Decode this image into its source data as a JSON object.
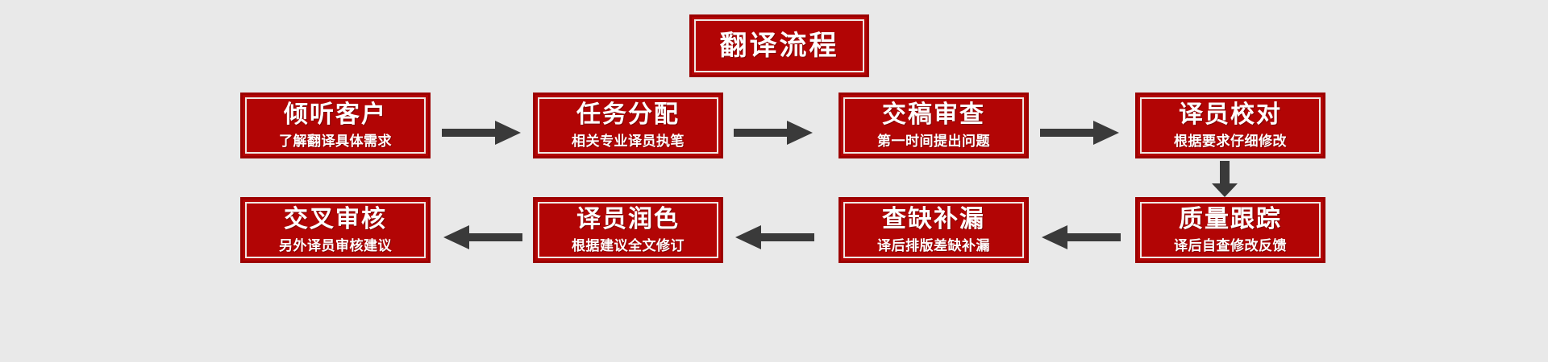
{
  "diagram": {
    "title_box": {
      "label": "翻译流程"
    },
    "colors": {
      "background": "#e9e9e9",
      "box_fill": "#b20505",
      "box_border": "#9c0000",
      "box_inner_border": "#f0e6e2",
      "text": "#ffffff",
      "arrow": "#3a3a3a"
    },
    "row1": [
      {
        "title": "倾听客户",
        "subtitle": "了解翻译具体需求"
      },
      {
        "title": "任务分配",
        "subtitle": "相关专业译员执笔"
      },
      {
        "title": "交稿审查",
        "subtitle": "第一时间提出问题"
      },
      {
        "title": "译员校对",
        "subtitle": "根据要求仔细修改"
      }
    ],
    "row2": [
      {
        "title": "质量跟踪",
        "subtitle": "译后自查修改反馈"
      },
      {
        "title": "查缺补漏",
        "subtitle": "译后排版差缺补漏"
      },
      {
        "title": "译员润色",
        "subtitle": "根据建议全文修订"
      },
      {
        "title": "交叉审核",
        "subtitle": "另外译员审核建议"
      }
    ],
    "arrows": [
      {
        "name": "arrow-right-listen-to-assign",
        "direction": "right"
      },
      {
        "name": "arrow-right-assign-to-review",
        "direction": "right"
      },
      {
        "name": "arrow-right-review-to-proofread",
        "direction": "right"
      },
      {
        "name": "arrow-down-proofread-to-quality",
        "direction": "down"
      },
      {
        "name": "arrow-left-quality-to-gapfill",
        "direction": "left"
      },
      {
        "name": "arrow-left-gapfill-to-polish",
        "direction": "left"
      },
      {
        "name": "arrow-left-polish-to-crossreview",
        "direction": "left"
      }
    ]
  }
}
